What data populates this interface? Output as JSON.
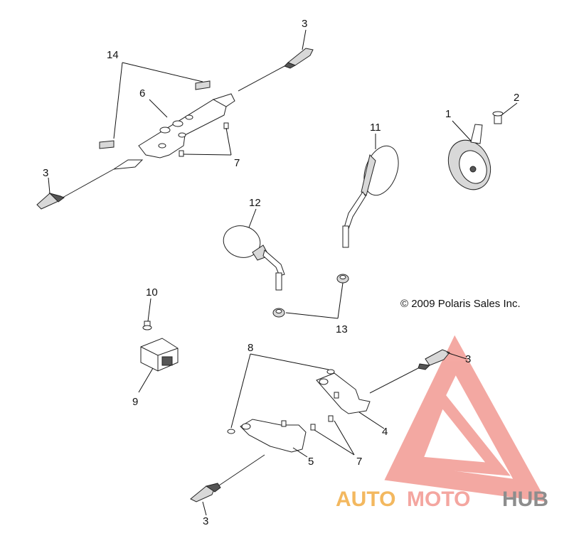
{
  "callouts": {
    "c1": "1",
    "c2": "2",
    "c3a": "3",
    "c3b": "3",
    "c3c": "3",
    "c3d": "3",
    "c4": "4",
    "c5": "5",
    "c6": "6",
    "c7a": "7",
    "c7b": "7",
    "c8": "8",
    "c9": "9",
    "c10": "10",
    "c11": "11",
    "c12": "12",
    "c13": "13",
    "c14": "14"
  },
  "copyright": "© 2009 Polaris Sales Inc.",
  "watermark": {
    "part1": "AUTO",
    "part2": "MOTO",
    "part3": "HUB",
    "color_gold": "#f3b85f",
    "color_pink": "#f4a6a0",
    "color_grey": "#8d8d8d"
  }
}
